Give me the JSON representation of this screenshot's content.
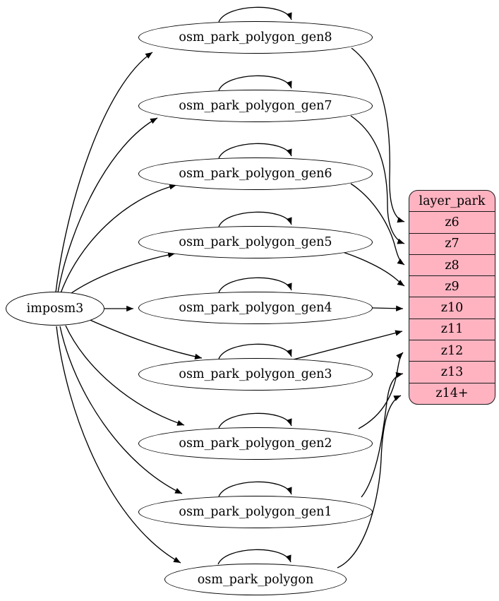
{
  "diagram": {
    "background_color": "#ffffff",
    "edge_color": "#000000",
    "node_fill_color": "#ffffff",
    "source_node": {
      "label": "imposm3"
    },
    "table_nodes": [
      {
        "label": "osm_park_polygon_gen8",
        "connects_to": "z6"
      },
      {
        "label": "osm_park_polygon_gen7",
        "connects_to": "z7"
      },
      {
        "label": "osm_park_polygon_gen6",
        "connects_to": "z8"
      },
      {
        "label": "osm_park_polygon_gen5",
        "connects_to": "z9"
      },
      {
        "label": "osm_park_polygon_gen4",
        "connects_to": "z10"
      },
      {
        "label": "osm_park_polygon_gen3",
        "connects_to": "z11"
      },
      {
        "label": "osm_park_polygon_gen2",
        "connects_to": "z12"
      },
      {
        "label": "osm_park_polygon_gen1",
        "connects_to": "z13"
      },
      {
        "label": "osm_park_polygon",
        "connects_to": "z14+"
      }
    ],
    "layer_node": {
      "title": "layer_park",
      "fill_color": "#ffb3c1",
      "border_color": "#1a1a1a",
      "rows": [
        "z6",
        "z7",
        "z8",
        "z9",
        "z10",
        "z11",
        "z12",
        "z13",
        "z14+"
      ]
    }
  }
}
